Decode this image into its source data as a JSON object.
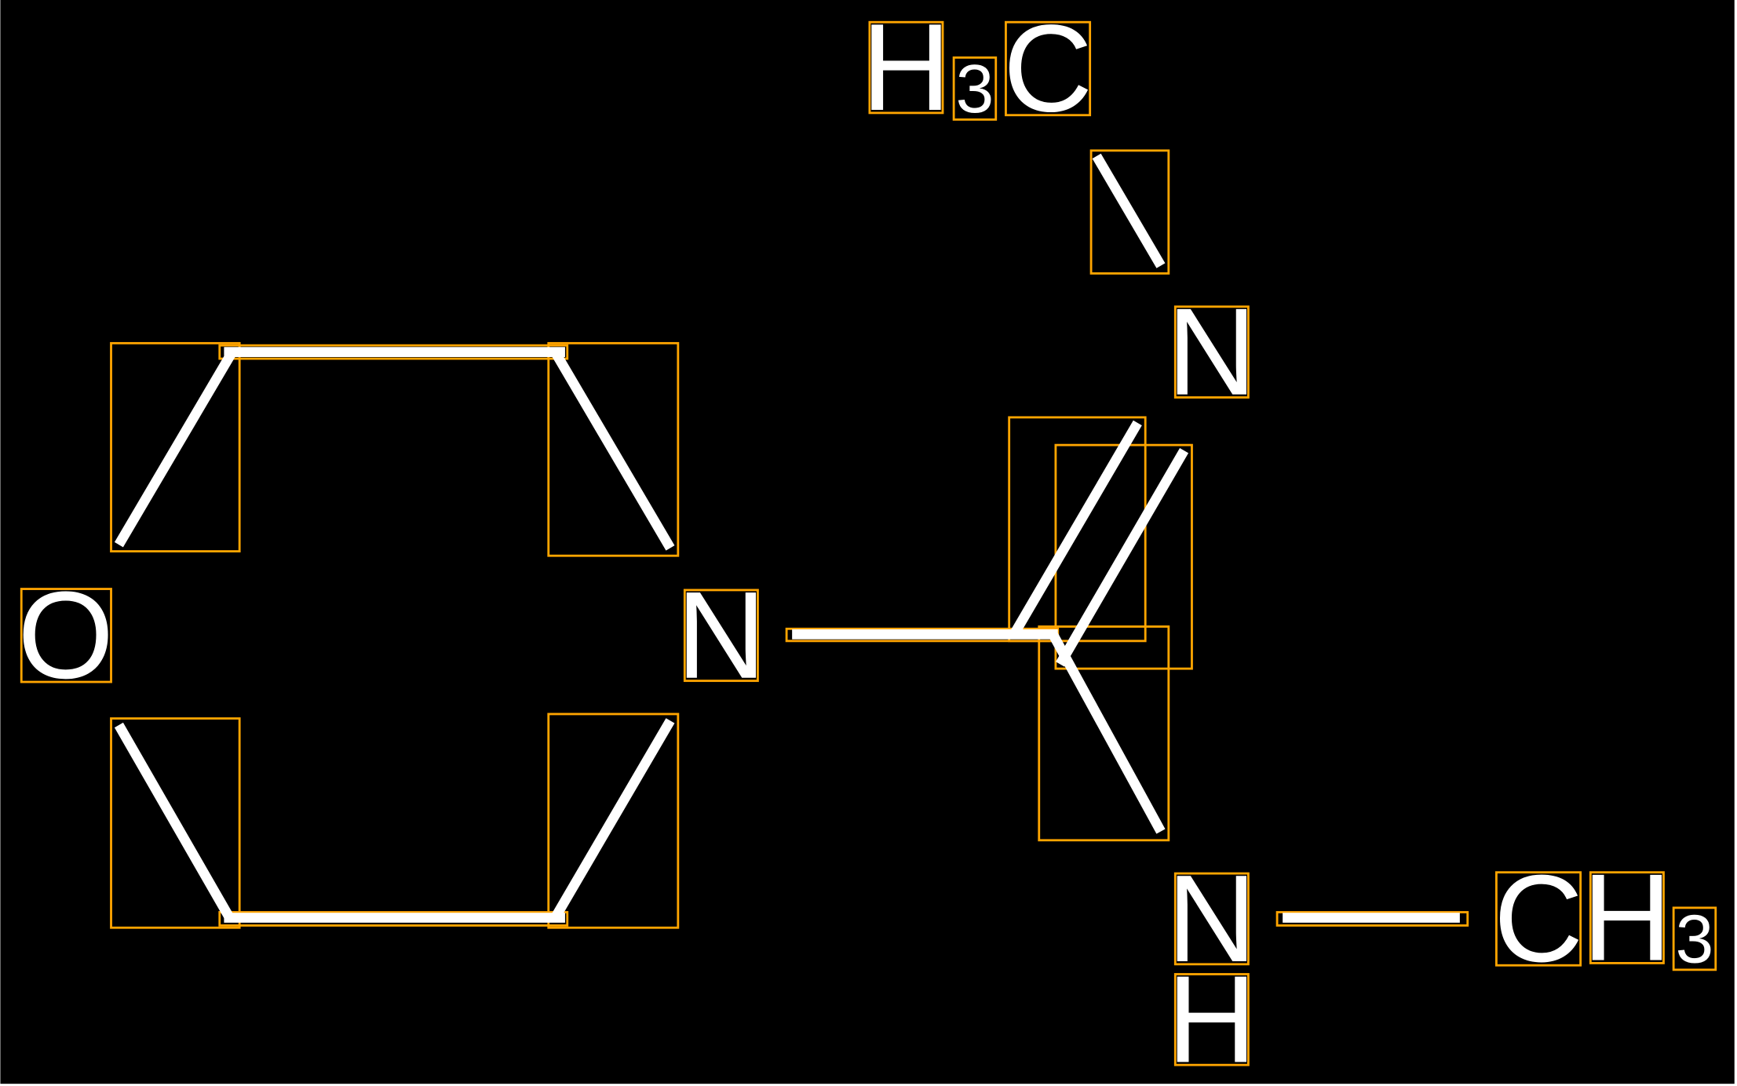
{
  "molecule": {
    "atoms": {
      "o1": "O",
      "n_ring": "N",
      "n_imine": "N",
      "h3c_h": "H",
      "h3c_sub": "3",
      "h3c_c": "C",
      "nh_n": "N",
      "nh_h": "H",
      "ch3_c": "C",
      "ch3_h": "H",
      "ch3_sub": "3"
    }
  },
  "colors": {
    "background": "#000000",
    "bond": "#ffffff",
    "box": "#FFA500"
  }
}
